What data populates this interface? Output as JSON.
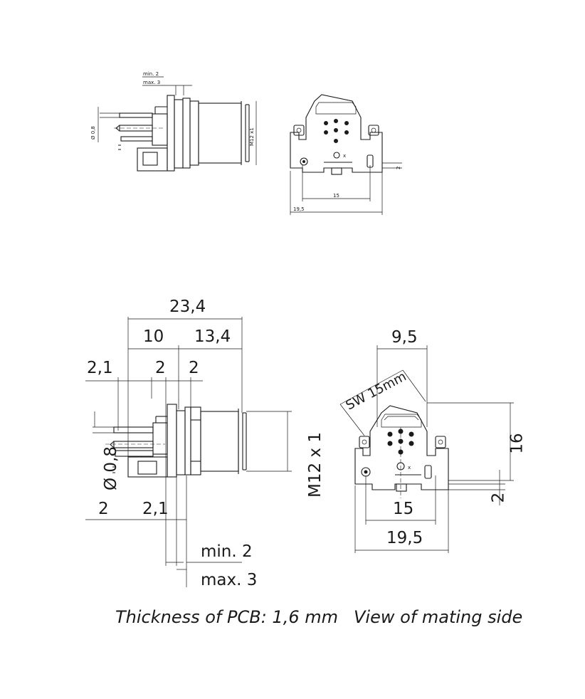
{
  "small_side": {
    "min": "min. 2",
    "max": "max. 3",
    "dia": "Ø 0,8",
    "thread": "M12 x1"
  },
  "small_front": {
    "d2": "2",
    "d15": "15",
    "d195": "19,5"
  },
  "side": {
    "d234": "23,4",
    "d10": "10",
    "d134": "13,4",
    "d21a": "2,1",
    "d2a": "2",
    "d2b": "2",
    "dia": "Ø 0,8",
    "thread": "M12 x 1",
    "d2c": "2",
    "d21b": "2,1",
    "min": "min. 2",
    "max": "max. 3"
  },
  "front": {
    "d95": "9,5",
    "sw": "SW 15mm",
    "d16": "16",
    "d2": "2",
    "d15": "15",
    "d195": "19,5"
  },
  "captions": {
    "pcb": "Thickness of PCB: 1,6 mm",
    "mating": "View of mating side"
  }
}
